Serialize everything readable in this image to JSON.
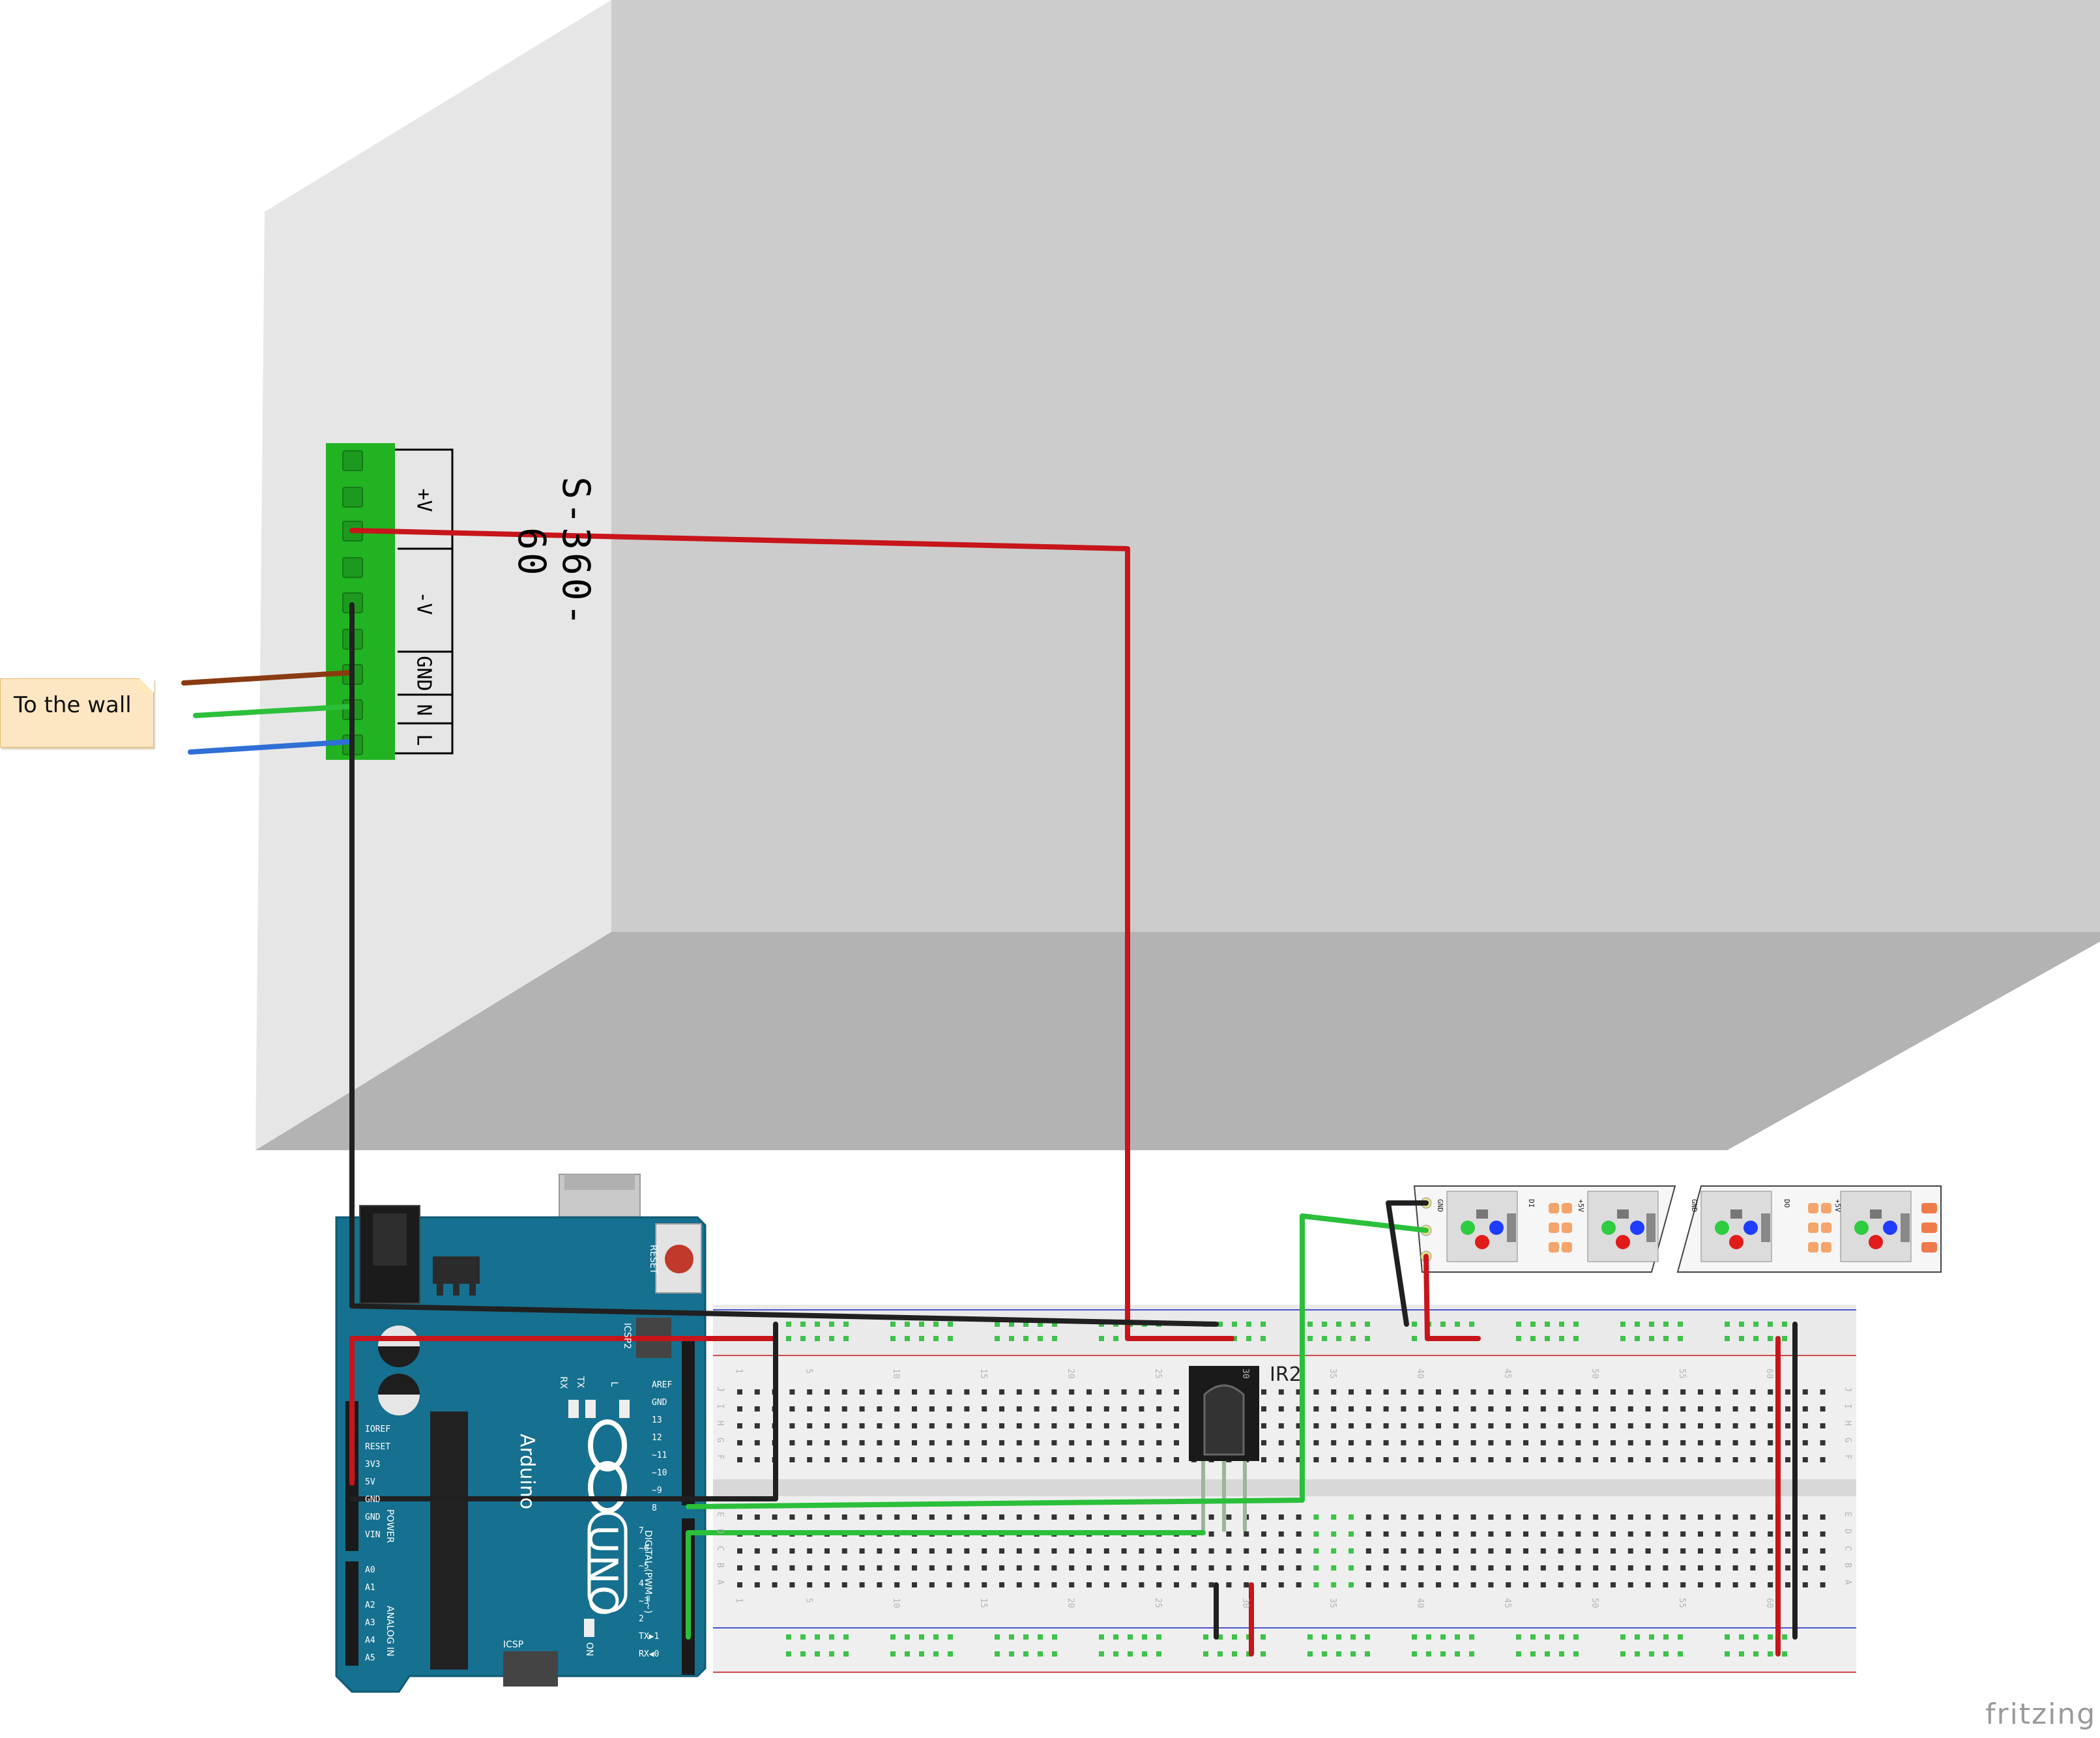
{
  "note": {
    "text": "To the wall"
  },
  "power_supply": {
    "model": "S-360-60",
    "terminals": [
      "+V",
      "-V",
      "GND",
      "N",
      "L"
    ]
  },
  "ir_receiver": {
    "label": "IR2"
  },
  "arduino": {
    "brand": "Arduino",
    "model": "UNO",
    "reset_label": "RESET",
    "icsp_label": "ICSP",
    "icsp2_label": "ICSP2",
    "on_label": "ON",
    "tx_label": "TX",
    "rx_label": "RX",
    "l_label": "L",
    "power_header_label": "POWER",
    "power_pins": [
      "IOREF",
      "RESET",
      "3V3",
      "5V",
      "GND",
      "GND",
      "VIN"
    ],
    "analog_header_label": "ANALOG IN",
    "analog_pins": [
      "A0",
      "A1",
      "A2",
      "A3",
      "A4",
      "A5"
    ],
    "digital_header_label": "DIGITAL (PWM=~)",
    "digital_pins_top": [
      "AREF",
      "GND",
      "13",
      "12",
      "~11",
      "~10",
      "~9",
      "8"
    ],
    "digital_pins_bottom": [
      "7",
      "~6",
      "~5",
      "4",
      "~3",
      "2",
      "TX▶1",
      "RX◀0"
    ]
  },
  "breadboard": {
    "column_numbers": [
      "1",
      "5",
      "10",
      "15",
      "20",
      "25",
      "30",
      "35",
      "40",
      "45",
      "50",
      "55",
      "60"
    ],
    "row_letters_top": [
      "J",
      "I",
      "H",
      "G",
      "F"
    ],
    "row_letters_bottom": [
      "E",
      "D",
      "C",
      "B",
      "A"
    ]
  },
  "led_strip": {
    "pad_labels": [
      "GND",
      "DI",
      "+5V",
      "GND",
      "DO",
      "+5V"
    ]
  },
  "watermark": "fritzing",
  "colors": {
    "wire_red": "#c8141b",
    "wire_black": "#202020",
    "wire_green": "#2bbf3a",
    "wire_brown": "#8a3a12",
    "wire_blue": "#2f6fd6",
    "arduino_blue": "#16708f",
    "terminal_green": "#21b321",
    "psu_light": "#e6e6e6",
    "psu_mid": "#cccccc",
    "psu_dark": "#b3b3b3"
  }
}
